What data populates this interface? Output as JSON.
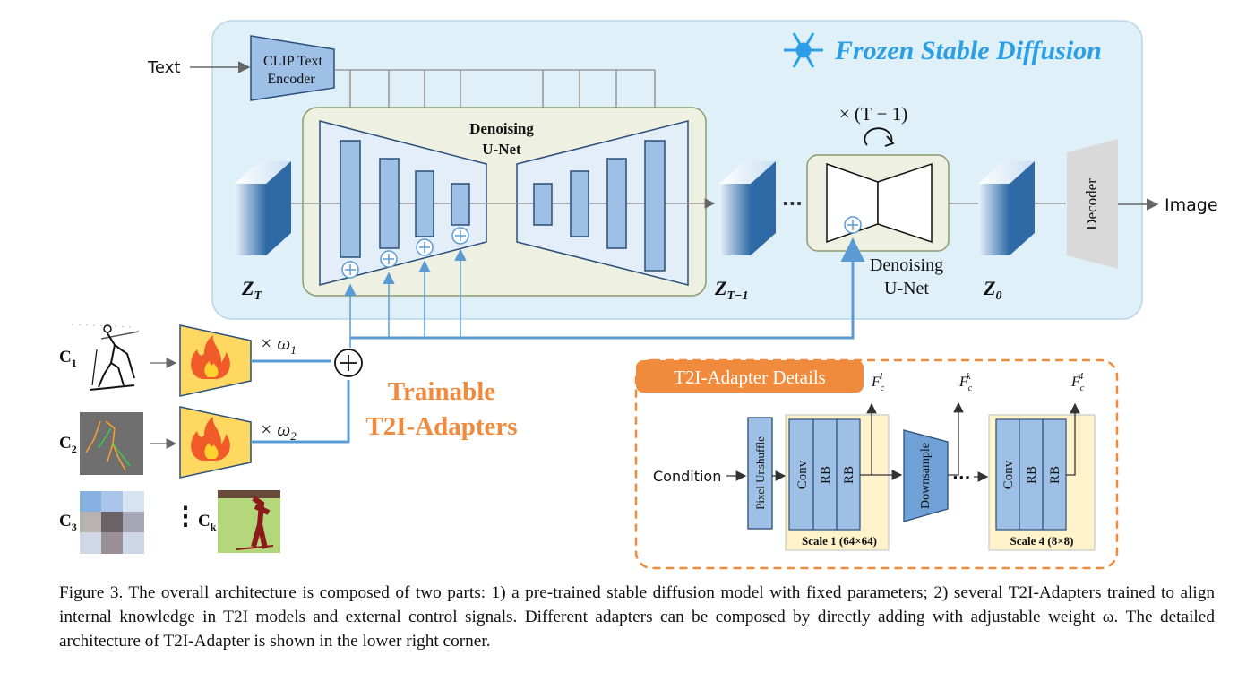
{
  "diagram": {
    "frozen_title": "Frozen Stable Diffusion",
    "text_input": "Text",
    "clip_line1": "CLIP Text",
    "clip_line2": "Encoder",
    "unet_line1": "Denoising",
    "unet_line2": "U-Net",
    "z_t": "Z",
    "z_t_sub": "T",
    "z_t1": "Z",
    "z_t1_sub": "T−1",
    "z_0": "Z",
    "z_0_sub": "0",
    "dots": "···",
    "repeat": "× (T − 1)",
    "unet2_line1": "Denoising",
    "unet2_line2": "U-Net",
    "decoder": "Decoder",
    "image_output": "Image",
    "c1": "C",
    "c1_sub": "1",
    "c2": "C",
    "c2_sub": "2",
    "c3": "C",
    "c3_sub": "3",
    "ck": "C",
    "ck_sub": "k",
    "vdots": "⋮",
    "w1": "× ω",
    "w1_sub": "1",
    "w2": "× ω",
    "w2_sub": "2",
    "plus": "+",
    "trainable_line1": "Trainable",
    "trainable_line2": "T2I-Adapters",
    "colors": {
      "frozen_bg": "#e0f0f8",
      "unet_bg": "#eef0e2",
      "block": "#9ec0e6",
      "trainable": "#f08a3c",
      "flame_box": "#ffd861"
    }
  },
  "details": {
    "title": "T2I-Adapter Details",
    "condition": "Condition",
    "pixel_unshuffle": "Pixel Unshuffle",
    "conv": "Conv",
    "rb1": "RB",
    "rb2": "RB",
    "scale1": "Scale 1 (64×64)",
    "downsample": "Downsample",
    "dots": "···",
    "conv4": "Conv",
    "rb41": "RB",
    "rb42": "RB",
    "scale4": "Scale 4 (8×8)",
    "f1": "F",
    "f1_sub": "c",
    "f1_sup": "1",
    "fk": "F",
    "fk_sub": "c",
    "fk_sup": "k",
    "f4": "F",
    "f4_sub": "c",
    "f4_sup": "4"
  },
  "caption": "Figure 3. The overall architecture is composed of two parts: 1) a pre-trained stable diffusion model with fixed parameters; 2) several T2I-Adapters trained to align internal knowledge in T2I models and external control signals. Different adapters can be composed by directly adding with adjustable weight ω. The detailed architecture of T2I-Adapter is shown in the lower right corner."
}
